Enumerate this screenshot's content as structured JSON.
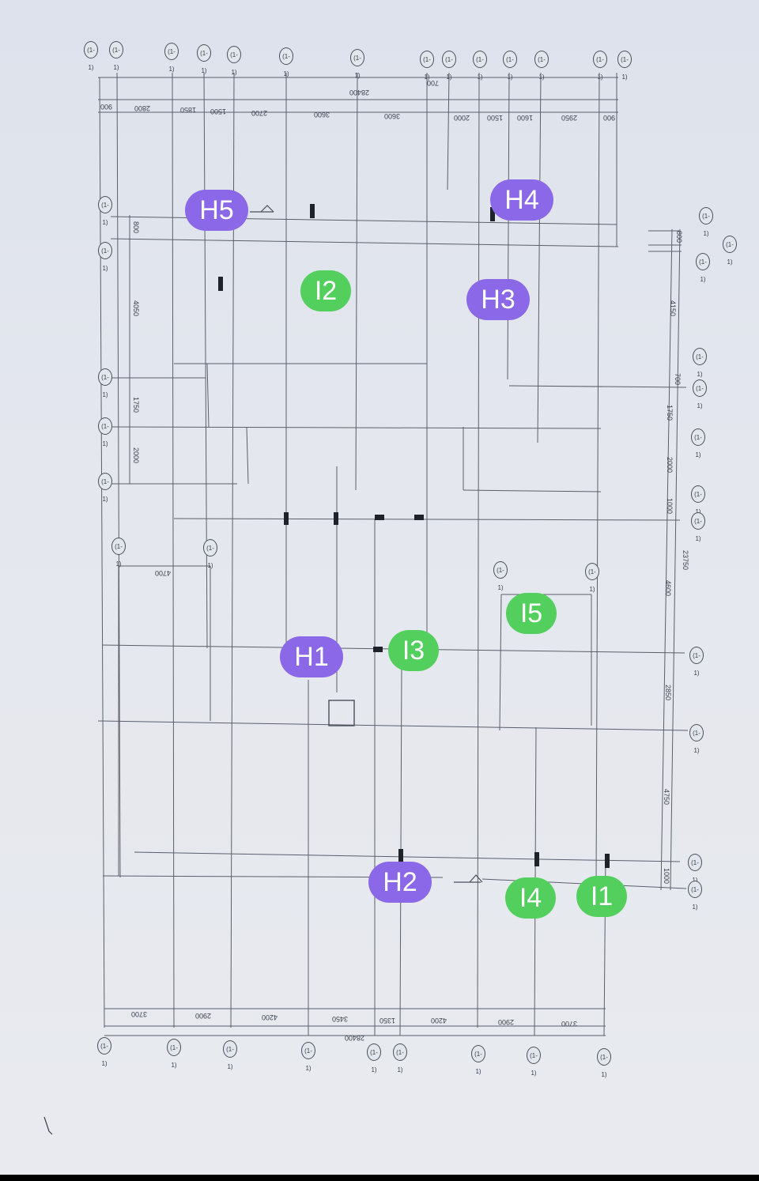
{
  "holes": [
    {
      "label": "H5"
    },
    {
      "label": "H4"
    },
    {
      "label": "H3"
    },
    {
      "label": "H1"
    },
    {
      "label": "H2"
    }
  ],
  "isolation_points": [
    {
      "label": "I2"
    },
    {
      "label": "I3"
    },
    {
      "label": "I5"
    },
    {
      "label": "I4"
    },
    {
      "label": "I1"
    }
  ],
  "grid_bubble_text": "(1-1)",
  "top_dimensions": {
    "total": "28400",
    "offset": "700",
    "segments": [
      "900",
      "2800",
      "1850",
      "1500",
      "2700",
      "3600",
      "3600",
      "2000",
      "1500",
      "1600",
      "2950",
      "900"
    ]
  },
  "bottom_dimensions": {
    "total": "28400",
    "segments": [
      "3700",
      "2900",
      "4200",
      "3450",
      "1350",
      "4200",
      "2900",
      "3700"
    ]
  },
  "left_dimensions": {
    "segments": [
      "800",
      "4050",
      "1750",
      "2000"
    ],
    "sub": "4700"
  },
  "right_dimensions": {
    "total": "23750",
    "segments": [
      "800",
      "4150",
      "700",
      "1750",
      "2000",
      "1000",
      "4600",
      "2850",
      "4750",
      "1000"
    ]
  },
  "colors": {
    "hole_badge": "#8b68e8",
    "isolation_badge": "#53cf5e",
    "paper": "#e4e7ee",
    "line": "#5a5f6a"
  }
}
